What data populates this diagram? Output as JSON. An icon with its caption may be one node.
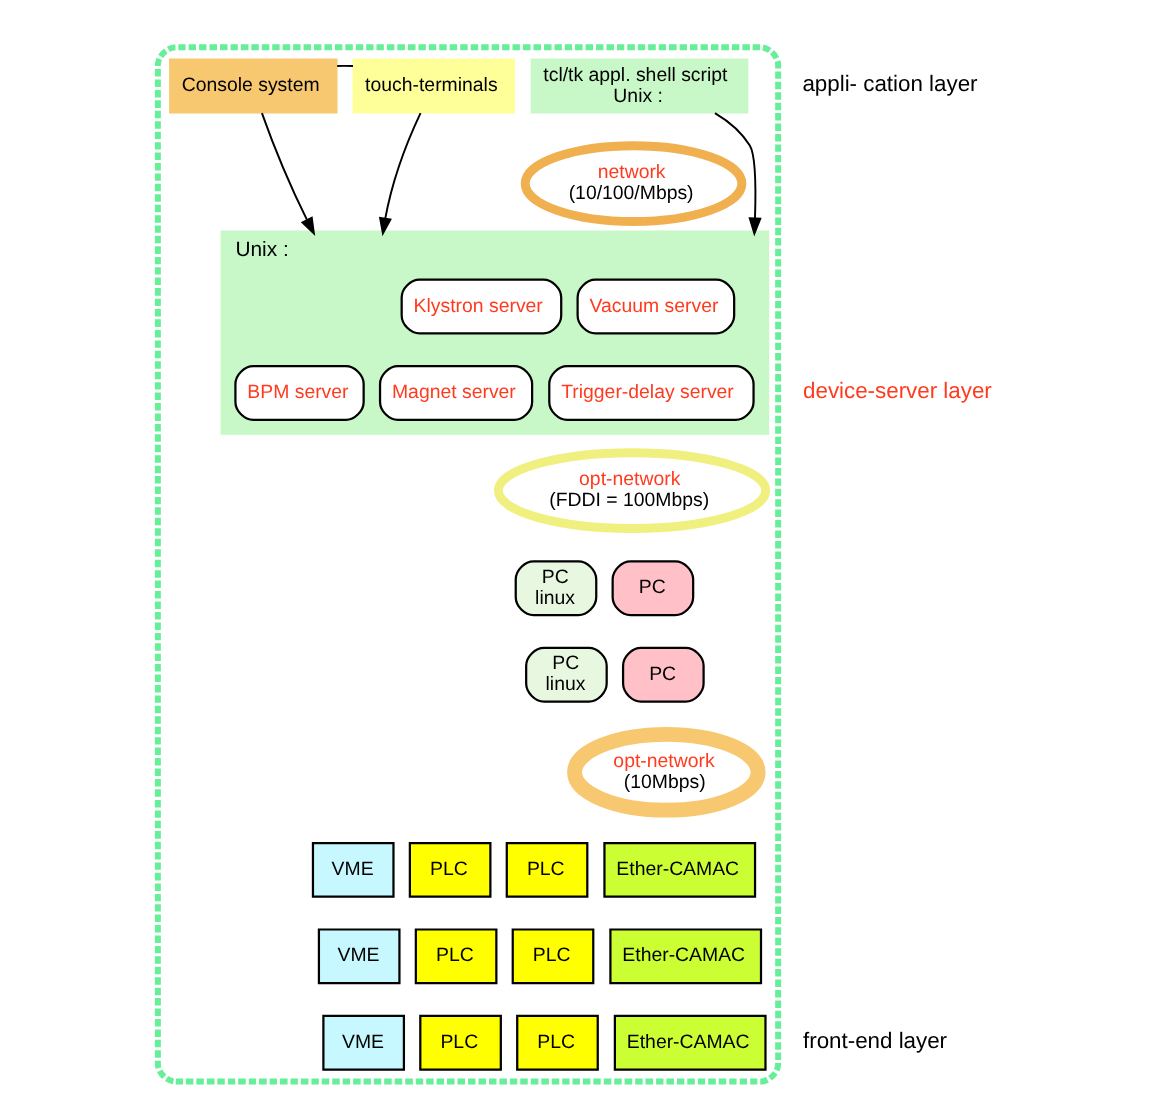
{
  "diagram": {
    "nodes": [
      {
        "text": [],
        "shape": "box"
      },
      {
        "text": [
          "Console system"
        ],
        "in": 0
      },
      {
        "text": [
          "touch-terminals"
        ],
        "in": 0
      },
      {
        "text": [
          "tcl/tk appl. shell script",
          "Unix :"
        ],
        "in": 0
      },
      {
        "text": [
          "network",
          "(10/100/Mbps)"
        ],
        "in": 0
      },
      {
        "text": [
          "Unix :"
        ],
        "in": 0
      },
      {
        "text": [
          "BPM server"
        ],
        "in": 5
      },
      {
        "text": [
          "Klystron server"
        ],
        "in": 5
      },
      {
        "text": [
          "Magnet server"
        ],
        "in": 5
      },
      {
        "text": [
          "Vacuum server"
        ],
        "in": 5
      },
      {
        "text": [
          "Trigger-delay server"
        ],
        "in": 5
      },
      {
        "text": [
          "opt-network",
          "(FDDI = 100Mbps)"
        ],
        "in": 0
      },
      {
        "text": [
          "PC",
          "linux"
        ],
        "in": 0
      },
      {
        "text": [
          "PC",
          "linux"
        ],
        "in": 0
      },
      {
        "text": [
          "PC"
        ],
        "in": 0
      },
      {
        "text": [
          "PC"
        ],
        "in": 0
      },
      {
        "text": [
          "opt-network",
          "(10Mbps)"
        ],
        "in": 0
      },
      {
        "text": [
          "VME"
        ],
        "in": 0
      },
      {
        "text": [
          "VME"
        ],
        "in": 0
      },
      {
        "text": [
          "VME"
        ],
        "in": 0
      },
      {
        "text": [
          "PLC"
        ],
        "in": 0
      },
      {
        "text": [
          "PLC"
        ],
        "in": 0
      },
      {
        "text": [
          "PLC"
        ],
        "in": 0
      },
      {
        "text": [
          "PLC"
        ],
        "in": 0
      },
      {
        "text": [
          "PLC"
        ],
        "in": 0
      },
      {
        "text": [
          "PLC"
        ],
        "in": 0
      },
      {
        "text": [
          "Ether-CAMAC"
        ],
        "in": 0
      },
      {
        "text": [
          "Ether-CAMAC"
        ],
        "in": 0
      },
      {
        "text": [
          "Ether-CAMAC"
        ],
        "in": 0
      }
    ],
    "edges": [
      {
        "from": 1,
        "to": 5,
        "arrow": "to"
      },
      {
        "from": 2,
        "to": 5,
        "arrow": "to"
      },
      {
        "from": 3,
        "to": 5,
        "arrow": "to"
      },
      {
        "from": 1,
        "to": 2,
        "arrow": "none"
      }
    ],
    "labels": [
      "appli- cation layer",
      "device-server layer",
      "front-end layer"
    ]
  }
}
